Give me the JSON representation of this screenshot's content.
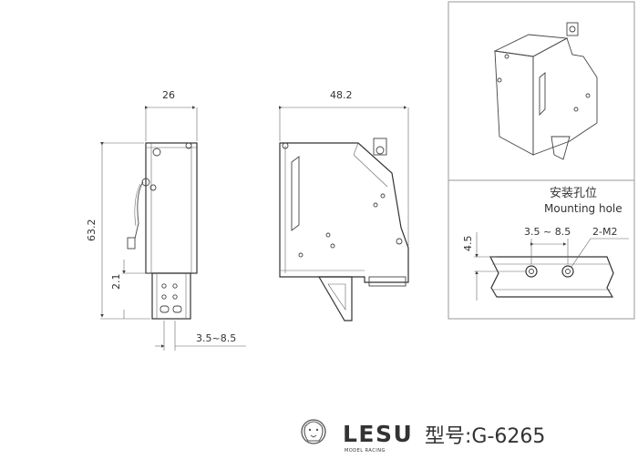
{
  "front_view": {
    "width_label": "26",
    "height_label": "63.2",
    "offset_label": "2.1",
    "slot_label": "3.5~8.5"
  },
  "side_view": {
    "width_label": "48.2"
  },
  "mounting_panel": {
    "title_cn": "安装孔位",
    "title_en": "Mounting hole",
    "spacing_label": "3.5 ~ 8.5",
    "hole_label": "2-M2",
    "height_label": "4.5"
  },
  "footer": {
    "brand": "LESU",
    "brand_sub": "MODEL RACING",
    "model_label": "型号:G-6265"
  }
}
